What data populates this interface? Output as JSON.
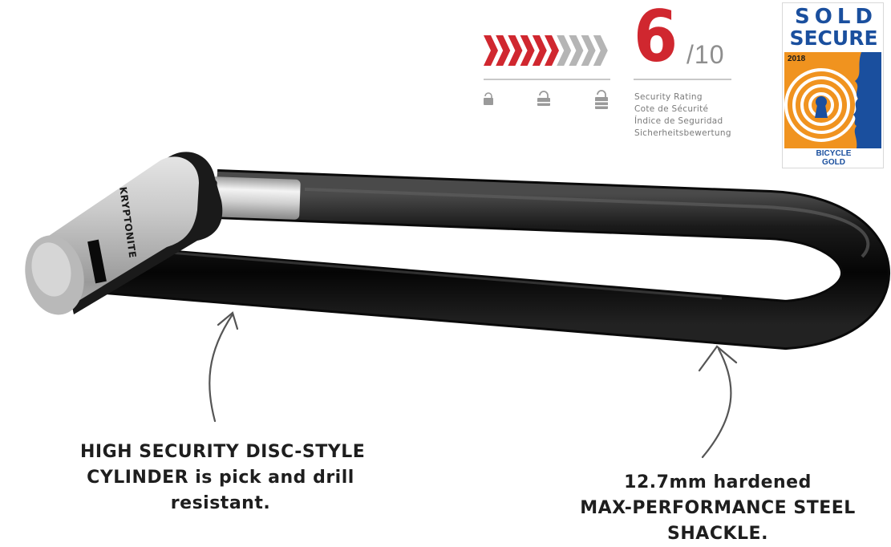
{
  "rating": {
    "score": "6",
    "max": "/10",
    "level": 0.6,
    "labels": [
      "Security Rating",
      "Cote de Sécurité",
      "Índice de Seguridad",
      "Sicherheitsbewertung"
    ]
  },
  "brand": {
    "lock_brand_text": "KRYPTONITE",
    "badge": {
      "line1": "SOLD",
      "line2": "SECURE",
      "year": "2018",
      "category": "BICYCLE",
      "grade": "GOLD"
    }
  },
  "callouts": {
    "cylinder": {
      "lines": [
        "HIGH SECURITY DISC-STYLE",
        "CYLINDER is pick and drill",
        "resistant."
      ]
    },
    "shackle": {
      "lines": [
        "12.7mm hardened",
        "MAX-PERFORMANCE STEEL",
        "SHACKLE."
      ]
    }
  },
  "colors": {
    "accent_red": "#d0272f",
    "inactive_gray": "#b5b5b5",
    "badge_blue": "#1a4f9e",
    "badge_orange": "#f0931f"
  },
  "icons": {
    "small_lock": "padlock-small-icon",
    "medium_lock": "padlock-medium-icon",
    "large_lock": "padlock-large-icon"
  }
}
